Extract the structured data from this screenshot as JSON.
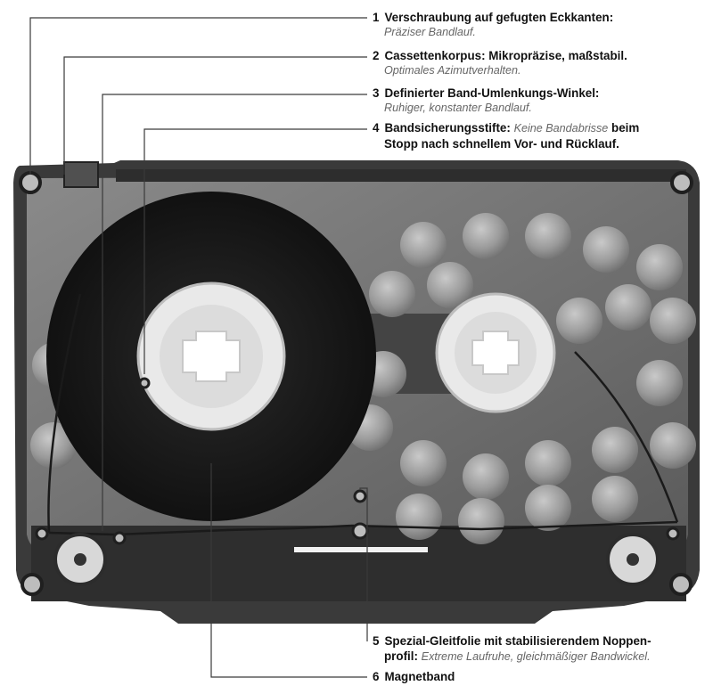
{
  "callouts": [
    {
      "num": "1",
      "bold": "Verschraubung auf gefugten Eckkanten:",
      "italic": "Präziser Bandlauf."
    },
    {
      "num": "2",
      "bold": "Cassettenkorpus: Mikropräzise, maßstabil.",
      "italic": "Optimales Azimutverhalten."
    },
    {
      "num": "3",
      "bold": "Definierter Band-Umlenkungs-Winkel:",
      "italic": "Ruhiger, konstanter Bandlauf."
    },
    {
      "num": "4",
      "bold": "Bandsicherungsstifte:",
      "italic": "Keine Bandabrisse",
      "bold_after": "beim",
      "bold_line2": "Stopp nach schnellem Vor- und Rücklauf."
    },
    {
      "num": "5",
      "bold": "Spezial-Gleitfolie mit stabilisierendem Noppen-",
      "bold_line2": "profil:",
      "italic": "Extreme Laufruhe, gleichmäßiger Bandwickel."
    },
    {
      "num": "6",
      "bold": "Magnetband"
    }
  ],
  "colors": {
    "background": "#ffffff",
    "shell": "#6a6a6a",
    "shell_dark": "#2b2b2b",
    "tape": "#1c1c1c",
    "hub": "#eeeeee",
    "nub": "#9a9a9a",
    "line": "#444444"
  }
}
